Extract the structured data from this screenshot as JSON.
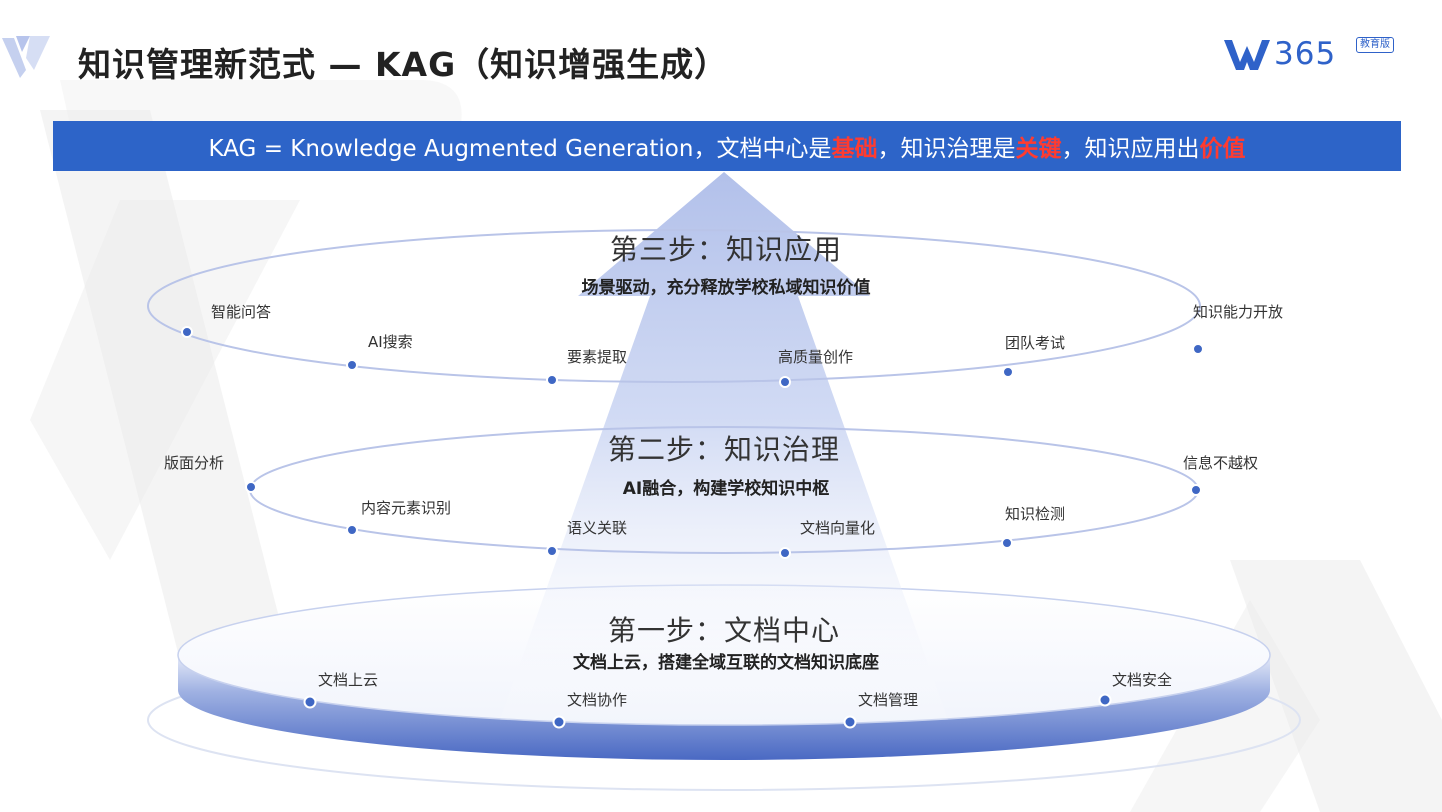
{
  "header": {
    "title": "知识管理新范式 — KAG（知识增强生成）",
    "brand_number": "365",
    "brand_edition": "教育版"
  },
  "banner": {
    "prefix": "KAG = Knowledge Augmented Generation，文档中心是",
    "hl1": "基础",
    "mid1": "，知识治理是",
    "hl2": "关键",
    "mid2": "，知识应用出",
    "hl3": "价值"
  },
  "steps": [
    {
      "title": "第三步：知识应用",
      "subtitle": "场景驱动，充分释放学校私域知识价值",
      "nodes": [
        "智能问答",
        "AI搜索",
        "要素提取",
        "高质量创作",
        "团队考试",
        "知识能力开放"
      ]
    },
    {
      "title": "第二步：知识治理",
      "subtitle": "AI融合，构建学校知识中枢",
      "nodes": [
        "版面分析",
        "内容元素识别",
        "语义关联",
        "文档向量化",
        "知识检测",
        "信息不越权"
      ]
    },
    {
      "title": "第一步：文档中心",
      "subtitle": "文档上云，搭建全域互联的文档知识底座",
      "nodes": [
        "文档上云",
        "文档协作",
        "文档管理",
        "文档安全"
      ]
    }
  ],
  "colors": {
    "banner_bg": "#2d64c8",
    "highlight": "#ff3b30",
    "brand": "#2f62c9",
    "node_dot": "#3f67c4",
    "ring": "#b9c4e8"
  }
}
